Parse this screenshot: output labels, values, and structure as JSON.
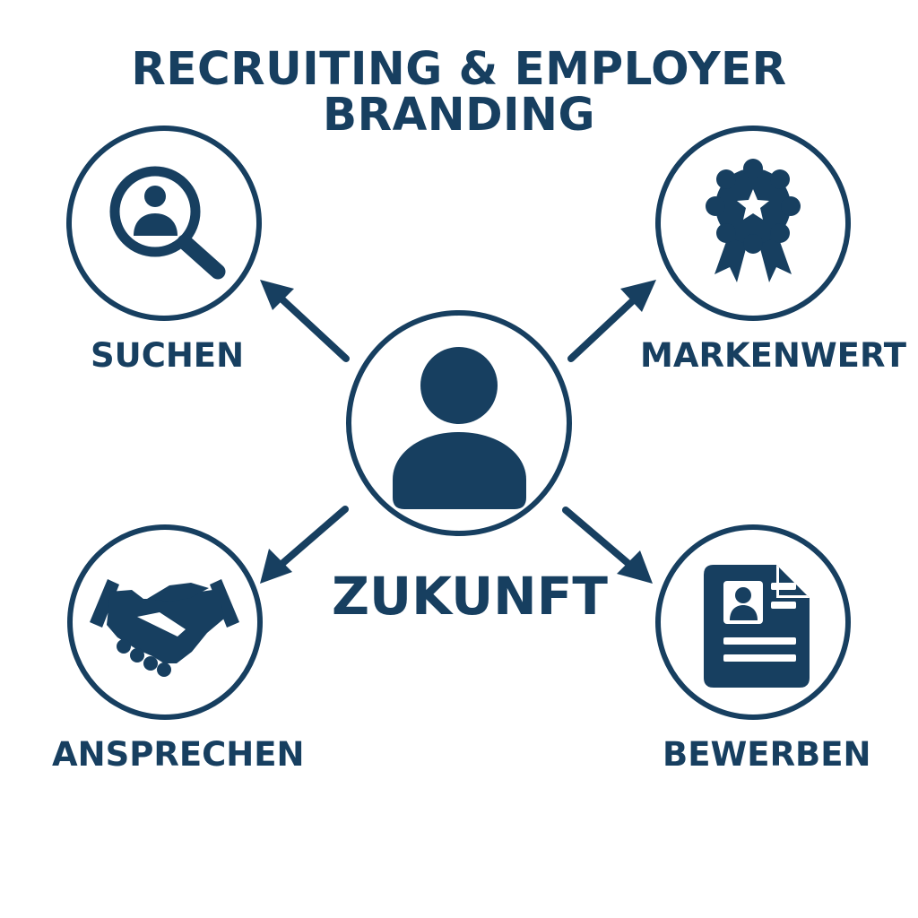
{
  "title": "RECRUITING & EMPLOYER BRANDING",
  "center": {
    "label": "ZUKUNFT",
    "icon": "person-icon"
  },
  "nodes": [
    {
      "id": "suchen",
      "label": "SUCHEN",
      "icon": "search-person-icon"
    },
    {
      "id": "markenwert",
      "label": "MARKENWERT",
      "icon": "award-rosette-star-icon"
    },
    {
      "id": "ansprechen",
      "label": "ANSPRECHEN",
      "icon": "handshake-icon"
    },
    {
      "id": "bewerben",
      "label": "BEWERBEN",
      "icon": "application-document-icon"
    }
  ],
  "colors": {
    "primary": "#173f60",
    "background": "#ffffff"
  }
}
